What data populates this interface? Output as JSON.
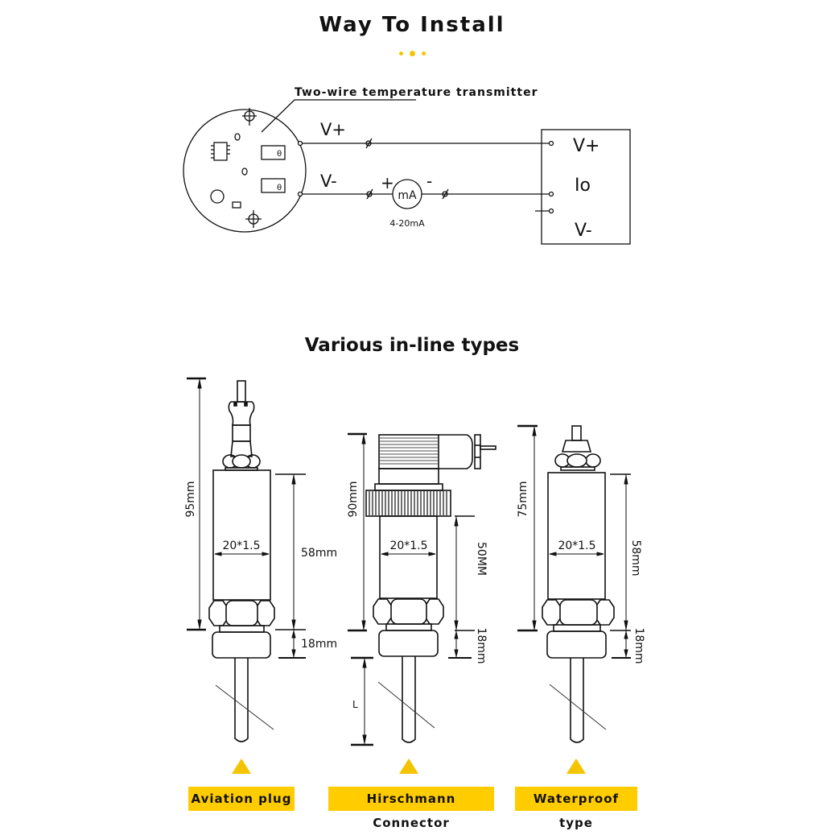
{
  "header": {
    "title": "Way To Install",
    "accent_color": "#f5c400"
  },
  "wiring": {
    "transmitter_label": "Two-wire temperature transmitter",
    "terminal_plus": "V+",
    "terminal_minus": "V-",
    "meter_label": "mA",
    "meter_plus": "+",
    "meter_minus": "-",
    "meter_range": "4-20mA",
    "pcb_symbol": "θ",
    "supply": {
      "v_plus": "V+",
      "io": "Io",
      "v_minus": "V-"
    }
  },
  "section": {
    "title": "Various in-line types"
  },
  "types": [
    {
      "name": "Aviation plug",
      "total_height": "95mm",
      "thread": "20*1.5",
      "body_height": "58mm",
      "nut_height": "18mm"
    },
    {
      "name": "Hirschmann Connector",
      "total_height": "90mm",
      "thread": "20*1.5",
      "body_height": "50MM",
      "nut_height": "18mm",
      "probe_length": "L"
    },
    {
      "name": "Waterproof type",
      "total_height": "75mm",
      "thread": "20*1.5",
      "body_height": "58mm",
      "nut_height": "18mm"
    }
  ],
  "label_color": "#ffcc00"
}
